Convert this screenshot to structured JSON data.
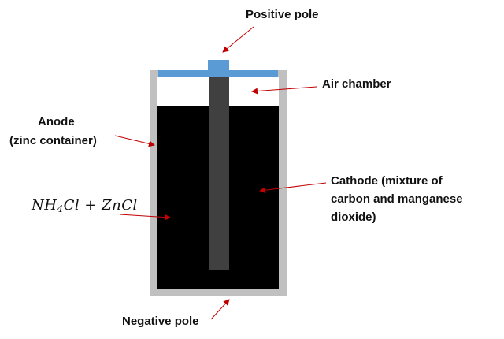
{
  "labels": {
    "positive_pole": "Positive pole",
    "air_chamber": "Air chamber",
    "anode_line1": "Anode",
    "anode_line2": "(zinc container)",
    "cathode_line1": "Cathode (mixture of",
    "cathode_line2": "carbon and manganese",
    "cathode_line3": "dioxide)",
    "negative_pole": "Negative pole"
  },
  "formula": {
    "part1": "NH",
    "sub": "4",
    "part2": "Cl + ZnCl"
  },
  "colors": {
    "container_gray": "#c0c0c0",
    "electrolyte_black": "#000000",
    "rod_gray": "#404040",
    "cap_blue": "#5b9bd5",
    "arrow_red": "#c00000",
    "air_white": "#ffffff"
  }
}
